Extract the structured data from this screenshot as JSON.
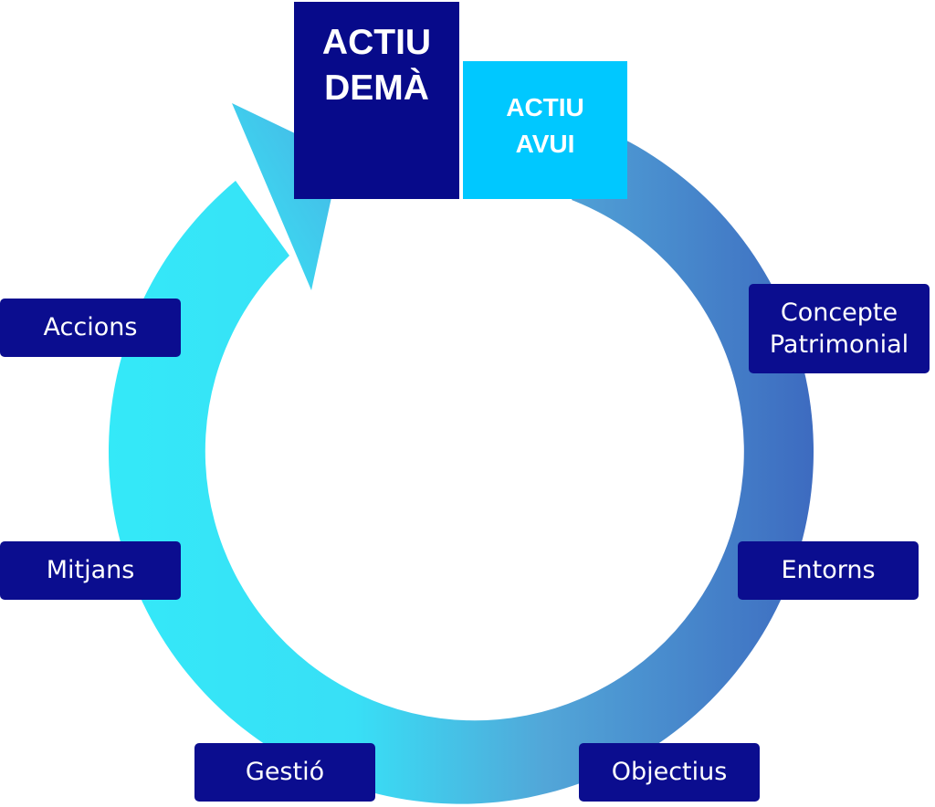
{
  "diagram": {
    "future_state": "ACTIU\nDEMÀ",
    "present_state": "ACTIU\nAVUI",
    "stages": {
      "concepte": "Concepte\nPatrimonial",
      "entorns": "Entorns",
      "objectius": "Objectius",
      "gestio": "Gestió",
      "mitjans": "Mitjans",
      "accions": "Accions"
    },
    "colors": {
      "box_dark": "#0b0d8f",
      "box_light": "#00c8ff",
      "ring_dark": "#3f6fc0",
      "ring_light": "#34eaf8"
    }
  }
}
